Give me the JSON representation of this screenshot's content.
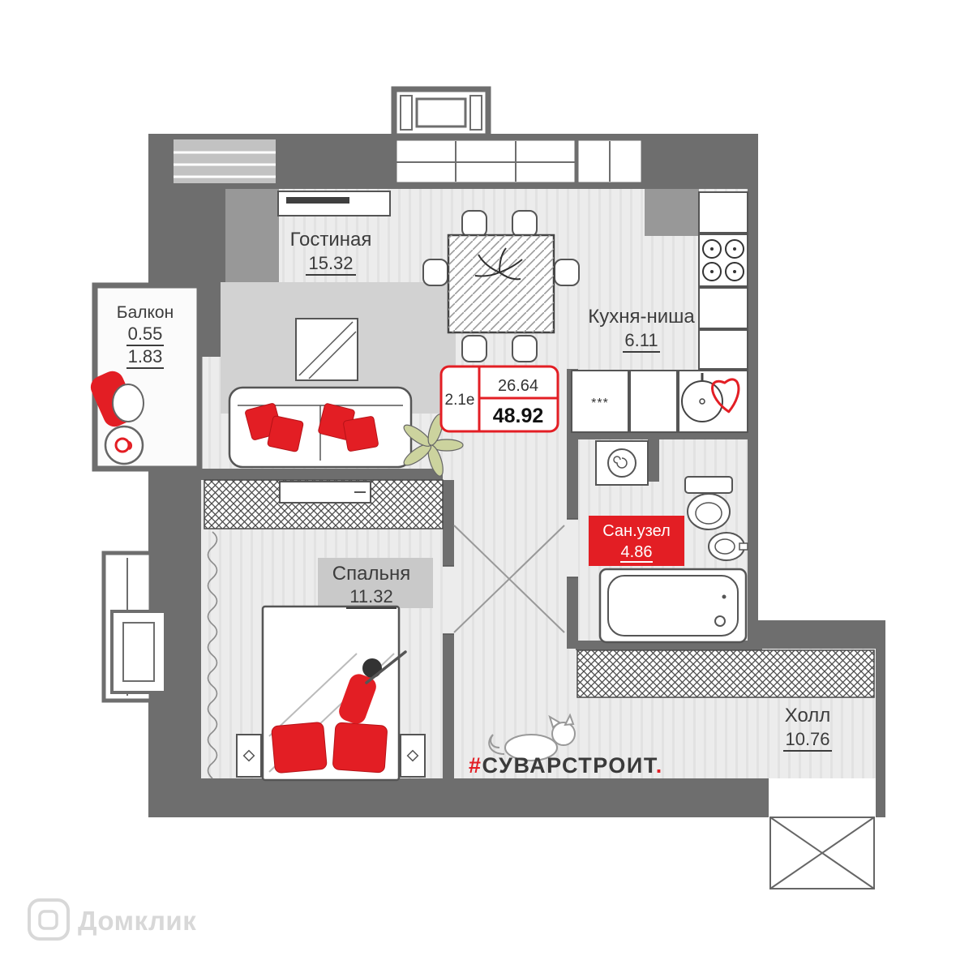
{
  "rooms": {
    "living": {
      "name": "Гостиная",
      "area": "15.32"
    },
    "balcony": {
      "name": "Балкон",
      "area_reduced": "0.55",
      "area_full": "1.83"
    },
    "kitchen": {
      "name": "Кухня-ниша",
      "area": "6.11"
    },
    "bathroom": {
      "name": "Сан.узел",
      "area": "4.86"
    },
    "bedroom": {
      "name": "Спальня",
      "area": "11.32"
    },
    "hall": {
      "name": "Холл",
      "area": "10.76"
    }
  },
  "info_box": {
    "unit_type": "2.1е",
    "living_area": "26.64",
    "total_area": "48.92"
  },
  "annotations": {
    "counter_marking": "***"
  },
  "branding": {
    "hash": "#",
    "name": "СУВАРСТРОИТ",
    "dot": "."
  },
  "watermark": {
    "label": "Домклик"
  },
  "colors": {
    "accent": "#e31e24",
    "wall": "#6e6e6e",
    "floor": "#ebebeb",
    "rug": "#d2d2d2"
  }
}
